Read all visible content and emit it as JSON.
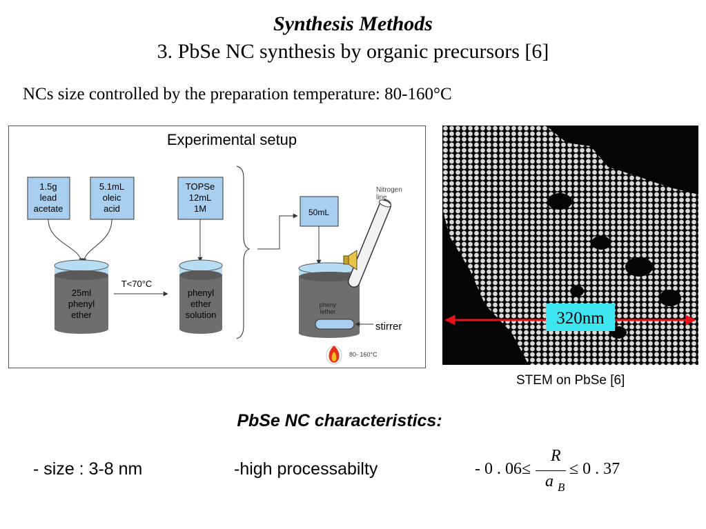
{
  "header": {
    "title": "Synthesis Methods",
    "subtitle": "3. PbSe NC synthesis by organic precursors [6]"
  },
  "intro": "NCs size controlled by the preparation temperature: 80-160°C",
  "setup": {
    "heading": "Experimental setup",
    "box_lead": [
      "1.5g",
      "lead",
      "acetate"
    ],
    "box_oleic": [
      "5.1mL",
      "oleic",
      "acid"
    ],
    "box_topse": [
      "TOPSe",
      "12mL",
      "1M"
    ],
    "box_50ml": "50mL",
    "beaker1": [
      "25ml",
      "phenyl",
      "ether"
    ],
    "beaker2": [
      "phenyl",
      "ether",
      "solution"
    ],
    "beaker3": [
      "pheny",
      "lether"
    ],
    "arrow_label": "T<70°C",
    "nitrogen": [
      "Nitrogen",
      "line"
    ],
    "stirrer": "stirrer",
    "heat": "80- 160°C"
  },
  "stem": {
    "scale": "320nm",
    "caption": "STEM on PbSe [6]"
  },
  "characteristics": {
    "heading": "PbSe NC characteristics:",
    "size": "- size :  3-8 nm",
    "processability": "-high processabilty",
    "formula": {
      "left": "- 0 . 06≤",
      "numerator": "R",
      "denominator": "a",
      "subscript": "B",
      "right": "≤ 0 . 37"
    }
  },
  "colors": {
    "box_fill": "#a8cef0",
    "beaker_gray": "#6e6e6e",
    "liquid_blue": "#b8dcf2",
    "scale_cyan": "#3ee6f2",
    "arrow_red": "#e8121a"
  }
}
